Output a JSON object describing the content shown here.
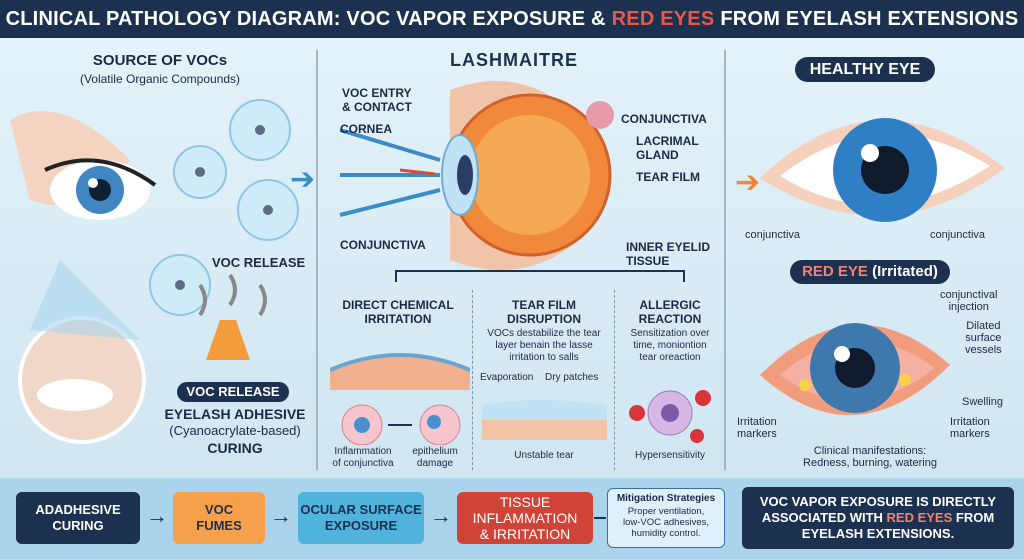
{
  "title": {
    "part1": "CLINICAL PATHOLOGY DIAGRAM: VOC VAPOR EXPOSURE &",
    "highlight": "RED EYES",
    "part2": "FROM EYELASH EXTENSIONS"
  },
  "left": {
    "source_title": "SOURCE OF VOCs",
    "source_sub": "(Volatile Organic Compounds)",
    "voc_release_label": "VOC RELEASE",
    "voc_release_badge": "VOC RELEASE",
    "adhesive_title": "EYELASH ADHESIVE",
    "adhesive_sub": "(Cyanoacrylate-based)",
    "adhesive_curing": "CURING"
  },
  "middle": {
    "logo": "LASHMAITRE",
    "labels": {
      "voc_entry": "VOC ENTRY\n& CONTACT",
      "cornea": "CORNEA",
      "conjunctiva_left": "CONJUNCTIVA",
      "conjunctiva_right": "CONJUNCTIVA",
      "lacrimal": "LACRIMAL\nGLAND",
      "tear_film": "TEAR FILM",
      "inner_eyelid": "INNER EYELID\nTISSUE"
    },
    "columns": [
      {
        "title": "DIRECT CHEMICAL\nIRRITATION",
        "caption_a": "Inflammation\nof conjunctiva",
        "caption_b": "epithelium\ndamage"
      },
      {
        "title": "TEAR FILM\nDISRUPTION",
        "desc": "VOCs destabilize the tear\nlayer benain the lasse\nirritation to salls",
        "evap": "Evaporation",
        "dry": "Dry patches",
        "caption": "Unstable tear"
      },
      {
        "title": "ALLERGIC\nREACTION",
        "desc": "Sensitization over\ntime, moniontion\ntear oreaction",
        "caption": "Hypersensitivity"
      }
    ]
  },
  "right": {
    "healthy_badge": "HEALTHY EYE",
    "healthy_conj_left": "conjunctiva",
    "healthy_conj_right": "conjunctiva",
    "red_badge_a": "RED EYE",
    "red_badge_b": "(Irritated)",
    "labels": {
      "injection": "conjunctival\ninjection",
      "dilated": "Dilated\nsurface\nvessels",
      "swelling": "Swelling",
      "irr_left": "Irritation\nmarkers",
      "irr_right": "Irritation\nmarkers"
    },
    "clinical": "Clinical manifestations:\nRedness, burning, watering"
  },
  "flow": {
    "steps": [
      {
        "label": "ADADHESIVE\nCURING",
        "color": "#1c3050"
      },
      {
        "label": "VOC\nFUMES",
        "color": "#f7a04b"
      },
      {
        "label": "OCULAR SURFACE\nEXPOSURE",
        "color": "#4fb3dc"
      },
      {
        "label": "TISSUE\nINFLAMMATION\n& IRRITATION",
        "color": "#cf4436"
      }
    ],
    "mitigation_title": "Mitigation Strategies",
    "mitigation_text": "Proper ventilation,\nlow-VOC adhesives,\nhumidity control.",
    "conclusion_a": "VOC VAPOR EXPOSURE IS DIRECTLY\nASSOCIATED WITH ",
    "conclusion_red": "RED EYES",
    "conclusion_b": " FROM\nEYELASH EXTENSIONS."
  }
}
